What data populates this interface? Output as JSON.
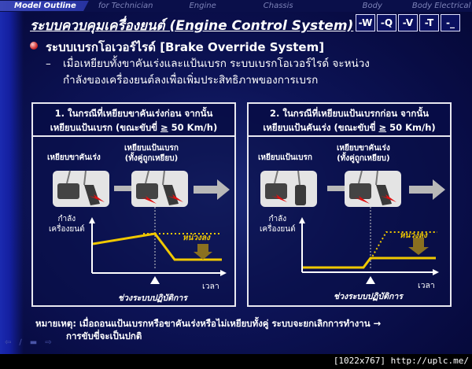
{
  "top_nav": {
    "items": [
      {
        "label": "Model Outline",
        "active": true
      },
      {
        "label": "for Technician",
        "active": false
      },
      {
        "label": "Engine",
        "active": false
      },
      {
        "label": "Chassis",
        "active": false
      },
      {
        "label": "Body",
        "active": false
      },
      {
        "label": "Body Electrical",
        "active": false
      }
    ]
  },
  "header": {
    "title": "ระบบควบคุมเครื่องยนต์ (Engine Control System)",
    "model_buttons": [
      "-W",
      "-Q",
      "-V",
      "-T",
      "-_"
    ]
  },
  "section": {
    "heading": "ระบบเบรกโอเวอร์ไรด์ [Brake Override System]",
    "dash": "–",
    "description_line1": "เมื่อเหยียบทั้งขาคันเร่งและแป้นเบรก ระบบเบรกโอเวอร์ไรด์ จะหน่วง",
    "description_line2": "กำลังของเครื่องยนต์ลงเพื่อเพิ่มประสิทธิภาพของการเบรก"
  },
  "panels": [
    {
      "title_line1": "1. ในกรณีที่เหยียบขาคันเร่งก่อน จากนั้น",
      "title_line2_prefix": "เหยียบแป้นเบรก (ขณะขับขี่ ",
      "title_ge": "≥",
      "title_line2_suffix": " 50 Km/h)",
      "step1_label": "เหยียบขาคันเร่ง",
      "step2_label_line1": "เหยียบแป้นเบรก",
      "step2_label_line2": "(ทั้งคู่ถูกเหยียบ)",
      "y_axis_line1": "กำลัง",
      "y_axis_line2": "เครื่องยนต์",
      "x_axis": "เวลา",
      "drop_label": "หน่วงลง",
      "operation_label": "ช่วงระบบปฏิบัติการ"
    },
    {
      "title_line1": "2. ในกรณีที่เหยียบแป้นเบรกก่อน จากนั้น",
      "title_line2_prefix": "เหยียบแป้นคันเร่ง (ขณะขับขี่ ",
      "title_ge": "≥",
      "title_line2_suffix": " 50 Km/h)",
      "step1_label": "เหยียบแป้นเบรก",
      "step2_label_line1": "เหยียบขาคันเร่ง",
      "step2_label_line2": "(ทั้งคู่ถูกเหยียบ)",
      "y_axis_line1": "กำลัง",
      "y_axis_line2": "เครื่องยนต์",
      "x_axis": "เวลา",
      "drop_label": "หน่วงลง",
      "operation_label": "ช่วงระบบปฏิบัติการ"
    }
  ],
  "note": {
    "line1": "หมายเหตุ: เมื่อถอนแป้นเบรกหรือขาคันเร่งหรือไม่เหยียบทั้งคู่ ระบบจะยกเลิกการทำงาน →",
    "line2": "การขับขี่จะเป็นปกติ"
  },
  "slide_nav_icons": [
    "arrow-left-icon",
    "pen-icon",
    "menu-icon",
    "arrow-right-icon"
  ],
  "footer": {
    "text": "[1022x767] http://uplc.me/"
  },
  "colors": {
    "background": "#0a0f4a",
    "line": "#f0c800",
    "arrow": "#8a7020",
    "pedal_arrow": "#e01010"
  }
}
